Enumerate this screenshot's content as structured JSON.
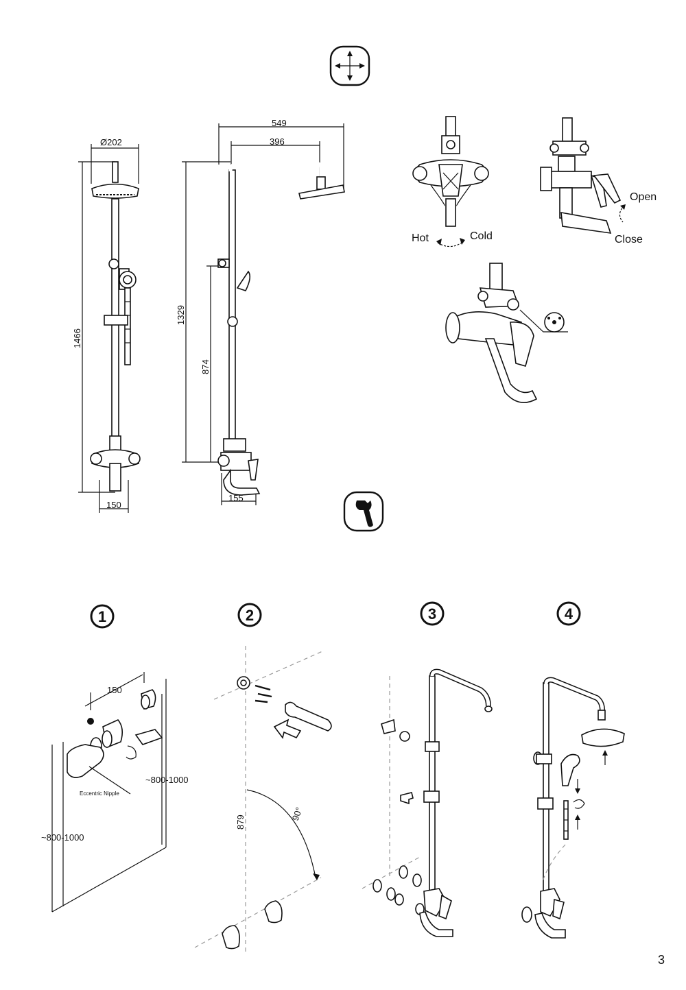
{
  "icons": {
    "dimensions_icon": "cross-arrows-icon",
    "installation_icon": "wrench-icon"
  },
  "dimensions": {
    "head_diameter": "Ø202",
    "total_height": "1466",
    "spout_width_front": "150",
    "arm_reach": "549",
    "arm_offset": "396",
    "side_height": "1329",
    "mixer_height": "874",
    "spout_depth": "155"
  },
  "operation": {
    "hot": "Hot",
    "cold": "Cold",
    "open": "Open",
    "close": "Close"
  },
  "steps": [
    {
      "number": "1",
      "label_spacing": "150",
      "label_nipple": "Eccentric Nipple",
      "label_height_a": "~800-1000",
      "label_height_b": "~800-1000"
    },
    {
      "number": "2",
      "label_height": "879",
      "label_angle": "90°"
    },
    {
      "number": "3"
    },
    {
      "number": "4"
    }
  ],
  "page_number": "3"
}
